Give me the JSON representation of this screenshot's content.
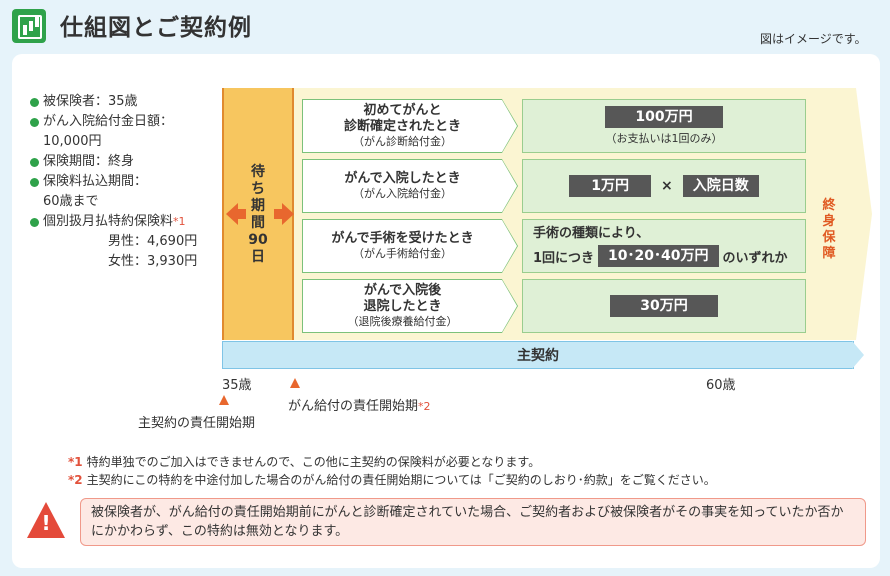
{
  "header": {
    "title": "仕組図とご契約例",
    "image_note": "図はイメージです。"
  },
  "conditions": {
    "insured_age": "被保険者：35歳",
    "daily_benefit_label": "がん入院給付金日額：",
    "daily_benefit_value": "10,000円",
    "coverage_period": "保険期間：終身",
    "payment_period_label": "保険料払込期間：",
    "payment_period_value": "60歳まで",
    "premium_label": "個別扱月払特約保険料",
    "premium_mark": "*1",
    "male": "男性：4,690円",
    "female": "女性：3,930円"
  },
  "timeline": {
    "waiting_period": "待ち期間90日",
    "lifetime_coverage": "終身保障",
    "main_contract": "主契約",
    "age_start": "35歳",
    "age_end": "60歳",
    "main_start": "主契約の責任開始期",
    "gan_start": "がん給付の責任開始期",
    "gan_start_mark": "*2"
  },
  "benefits": [
    {
      "main": "初めてがんと\n診断確定されたとき",
      "sub": "（がん診断給付金）"
    },
    {
      "main": "がんで入院したとき",
      "sub": "（がん入院給付金）"
    },
    {
      "main": "がんで手術を受けたとき",
      "sub": "（がん手術給付金）"
    },
    {
      "main": "がんで入院後\n退院したとき",
      "sub": "（退院後療養給付金）"
    }
  ],
  "values": {
    "diagnosis_amount": "100万円",
    "diagnosis_note": "（お支払いは1回のみ）",
    "hospital_amount": "1万円",
    "times": "×",
    "hospital_days": "入院日数",
    "surgery_line1": "手術の種類により、",
    "surgery_prefix": "1回につき",
    "surgery_amount": "10･20･40万円",
    "surgery_suffix": "のいずれか",
    "discharge_amount": "30万円"
  },
  "footnotes": [
    {
      "mark": "*1",
      "text": "特約単独でのご加入はできませんので、この他に主契約の保険料が必要となります。"
    },
    {
      "mark": "*2",
      "text": "主契約にこの特約を中途付加した場合のがん給付の責任開始期については「ご契約のしおり･約款」をご覧ください。"
    }
  ],
  "warning": {
    "icon": "!",
    "text": "被保険者が、がん給付の責任開始期前にがんと診断確定されていた場合、ご契約者および被保険者がその事実を知っていたか否かにかかわらず、この特約は無効となります。"
  },
  "colors": {
    "accent_green": "#2fa24a",
    "accent_orange": "#e8672e",
    "wait_yellow": "#f7c65f",
    "benefit_green": "#dff0d6",
    "contract_blue": "#c6e8f6",
    "warning_red": "#e44a3a"
  }
}
